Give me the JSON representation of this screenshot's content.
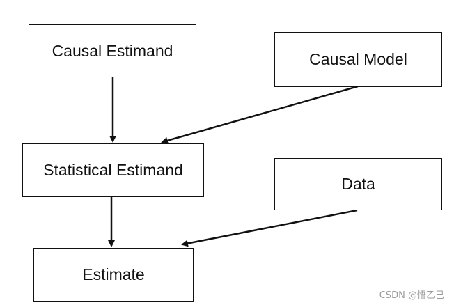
{
  "diagram": {
    "nodes": {
      "causal_estimand": "Causal Estimand",
      "causal_model": "Causal Model",
      "statistical_estimand": "Statistical Estimand",
      "data": "Data",
      "estimate": "Estimate"
    },
    "edges": [
      {
        "from": "Causal Estimand",
        "to": "Statistical Estimand"
      },
      {
        "from": "Causal Model",
        "to": "Statistical Estimand"
      },
      {
        "from": "Statistical Estimand",
        "to": "Estimate"
      },
      {
        "from": "Data",
        "to": "Estimate"
      }
    ]
  },
  "watermark": "CSDN @悟乙己",
  "colors": {
    "line": "#111111",
    "background": "#ffffff",
    "watermark": "#9a9a9a"
  }
}
